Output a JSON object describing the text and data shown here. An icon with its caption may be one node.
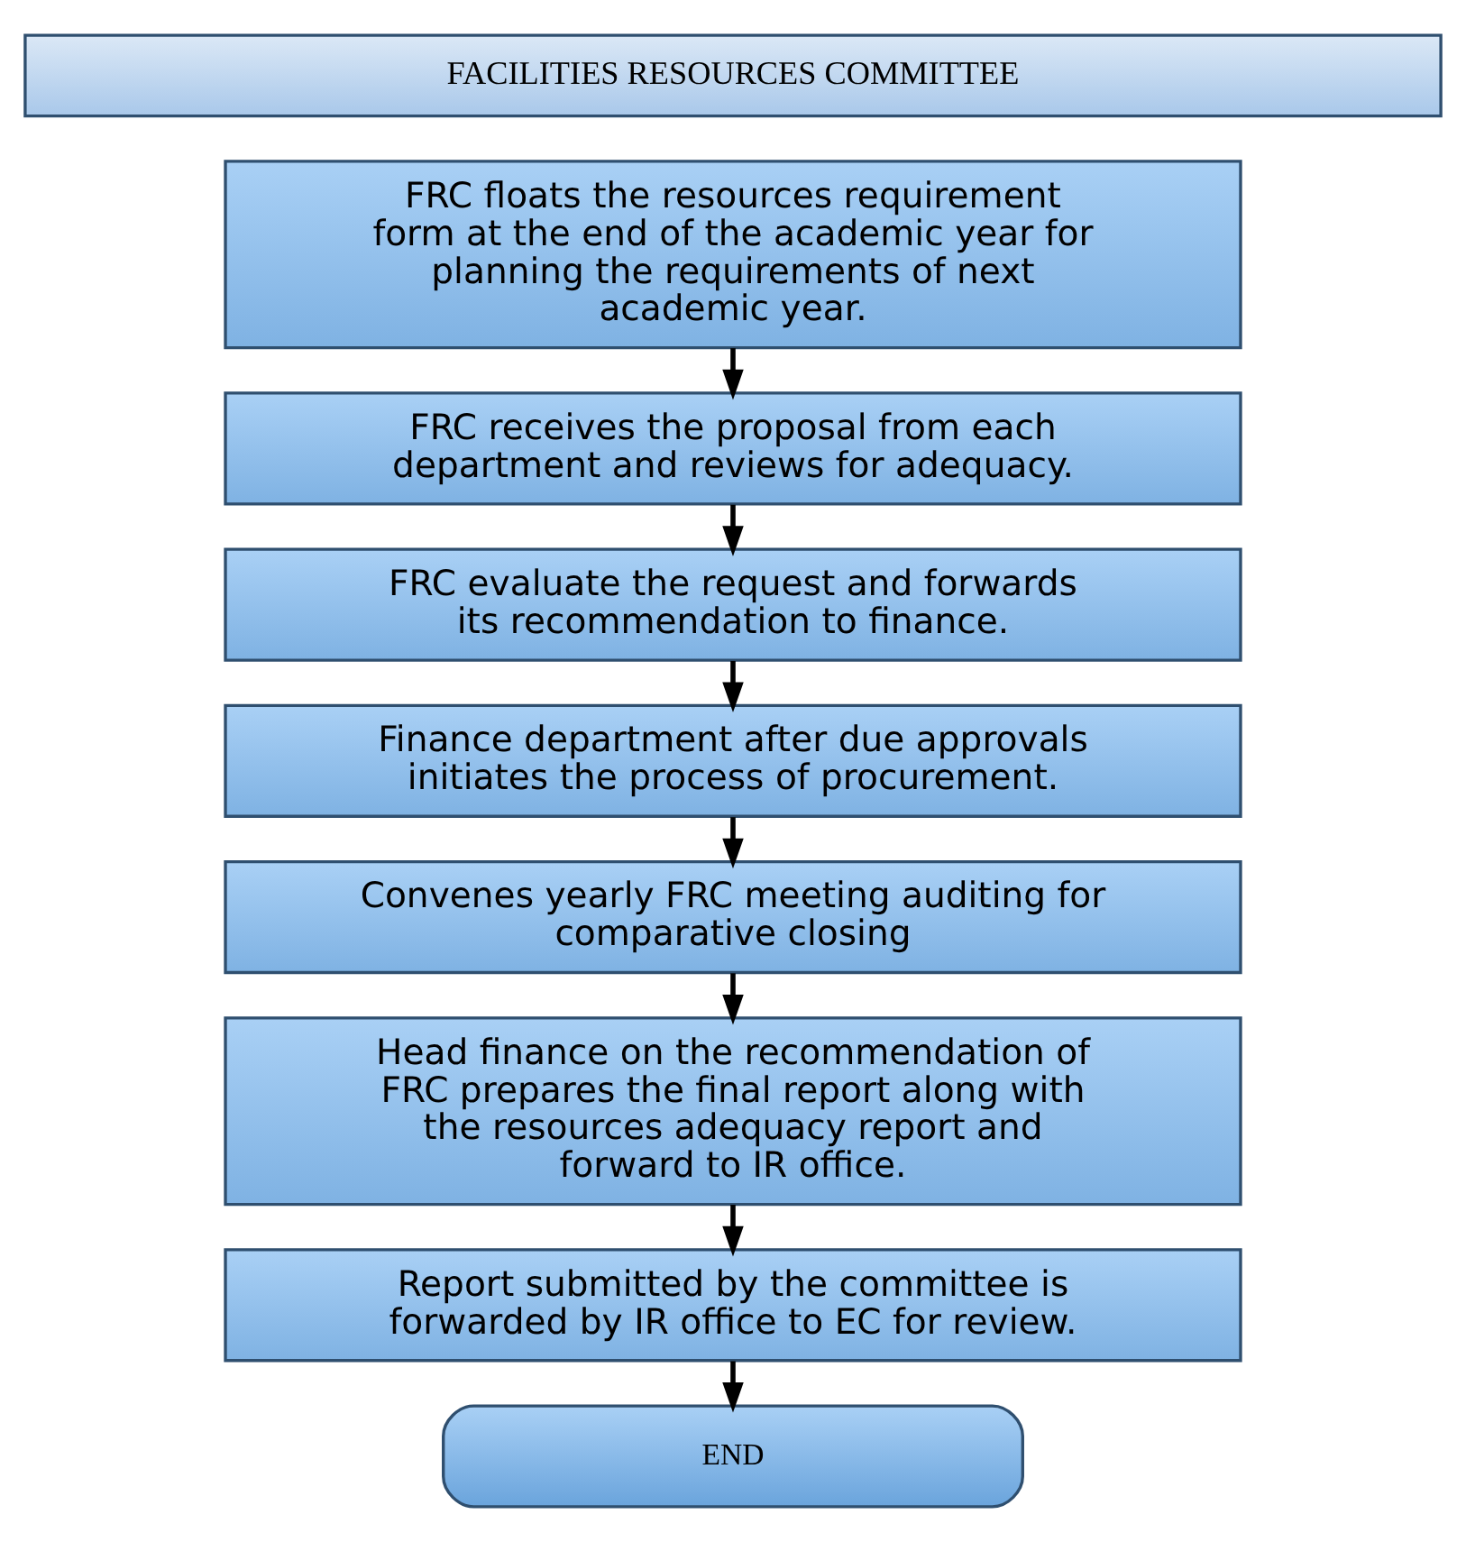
{
  "diagram": {
    "nodes": [
      {
        "text": [
          "FACILITIES RESOURCES COMMITTEE"
        ]
      },
      {
        "text": [
          "FRC floats the resources requirement form at the end of the academic year for planning the requirements of next academic year."
        ]
      },
      {
        "text": [
          "FRC receives the proposal from each department and reviews for adequacy."
        ]
      },
      {
        "text": [
          "FRC evaluate the request and forwards its recommendation to finance."
        ]
      },
      {
        "text": [
          "Finance department after due approvals initiates the process of procurement."
        ]
      },
      {
        "text": [
          "Convenes yearly FRC meeting auditing for comparative closing"
        ]
      },
      {
        "text": [
          "Head finance on the recommendation of FRC prepares the final report along with the resources adequacy report and forward to IR office."
        ]
      },
      {
        "text": [
          "Report submitted by the committee is forwarded by IR office to EC for review."
        ]
      },
      {
        "text": [
          "END"
        ]
      }
    ],
    "edges": [
      {
        "from": 1,
        "to": 2,
        "arrow": "to"
      },
      {
        "from": 2,
        "to": 3,
        "arrow": "to"
      },
      {
        "from": 3,
        "to": 4,
        "arrow": "to"
      },
      {
        "from": 4,
        "to": 5,
        "arrow": "to"
      },
      {
        "from": 5,
        "to": 6,
        "arrow": "to"
      },
      {
        "from": 6,
        "to": 7,
        "arrow": "to"
      },
      {
        "from": 7,
        "to": 8,
        "arrow": "to"
      }
    ]
  }
}
